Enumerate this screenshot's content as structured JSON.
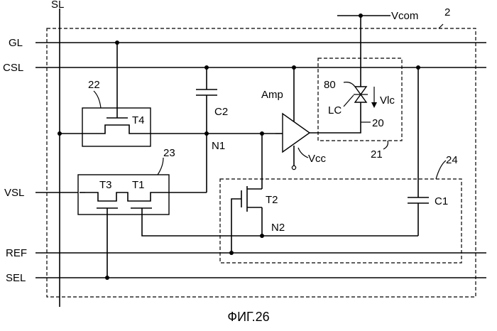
{
  "labels": {
    "sl": "SL",
    "gl": "GL",
    "csl": "CSL",
    "vsl": "VSL",
    "ref": "REF",
    "sel": "SEL",
    "vcom": "Vcom",
    "pixel_ref": "2",
    "block22": "22",
    "block23": "23",
    "block24": "24",
    "block21": "21",
    "block20": "20",
    "lc_ref": "80",
    "t1": "T1",
    "t2": "T2",
    "t3": "T3",
    "t4": "T4",
    "c1": "C1",
    "c2": "C2",
    "n1": "N1",
    "n2": "N2",
    "amp": "Amp",
    "vcc": "Vcc",
    "lc": "LC",
    "vlc": "Vlc"
  },
  "caption": "ФИГ.26"
}
